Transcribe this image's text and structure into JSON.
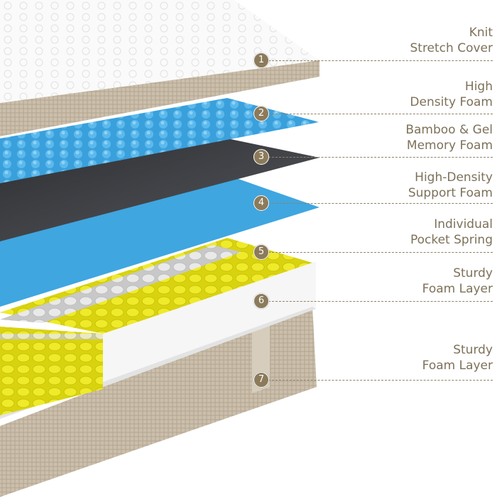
{
  "layers": [
    {
      "number": "1",
      "line1": "Knit",
      "line2": "Stretch Cover"
    },
    {
      "number": "2",
      "line1": "High",
      "line2": "Density Foam"
    },
    {
      "number": "3",
      "line1": "Bamboo & Gel",
      "line2": "Memory Foam"
    },
    {
      "number": "4",
      "line1": "High-Density",
      "line2": "Support Foam"
    },
    {
      "number": "5",
      "line1": "Individual",
      "line2": "Pocket Spring"
    },
    {
      "number": "6",
      "line1": "Sturdy",
      "line2": "Foam Layer"
    },
    {
      "number": "7",
      "line1": "Sturdy",
      "line2": "Foam Layer"
    }
  ],
  "colors": {
    "label": "#7d715a",
    "badge": "#8c7b5b",
    "blue": "#3fa6e0",
    "black": "#3a3b3e",
    "yellow": "#e8e214",
    "beige": "#c9bda9"
  }
}
